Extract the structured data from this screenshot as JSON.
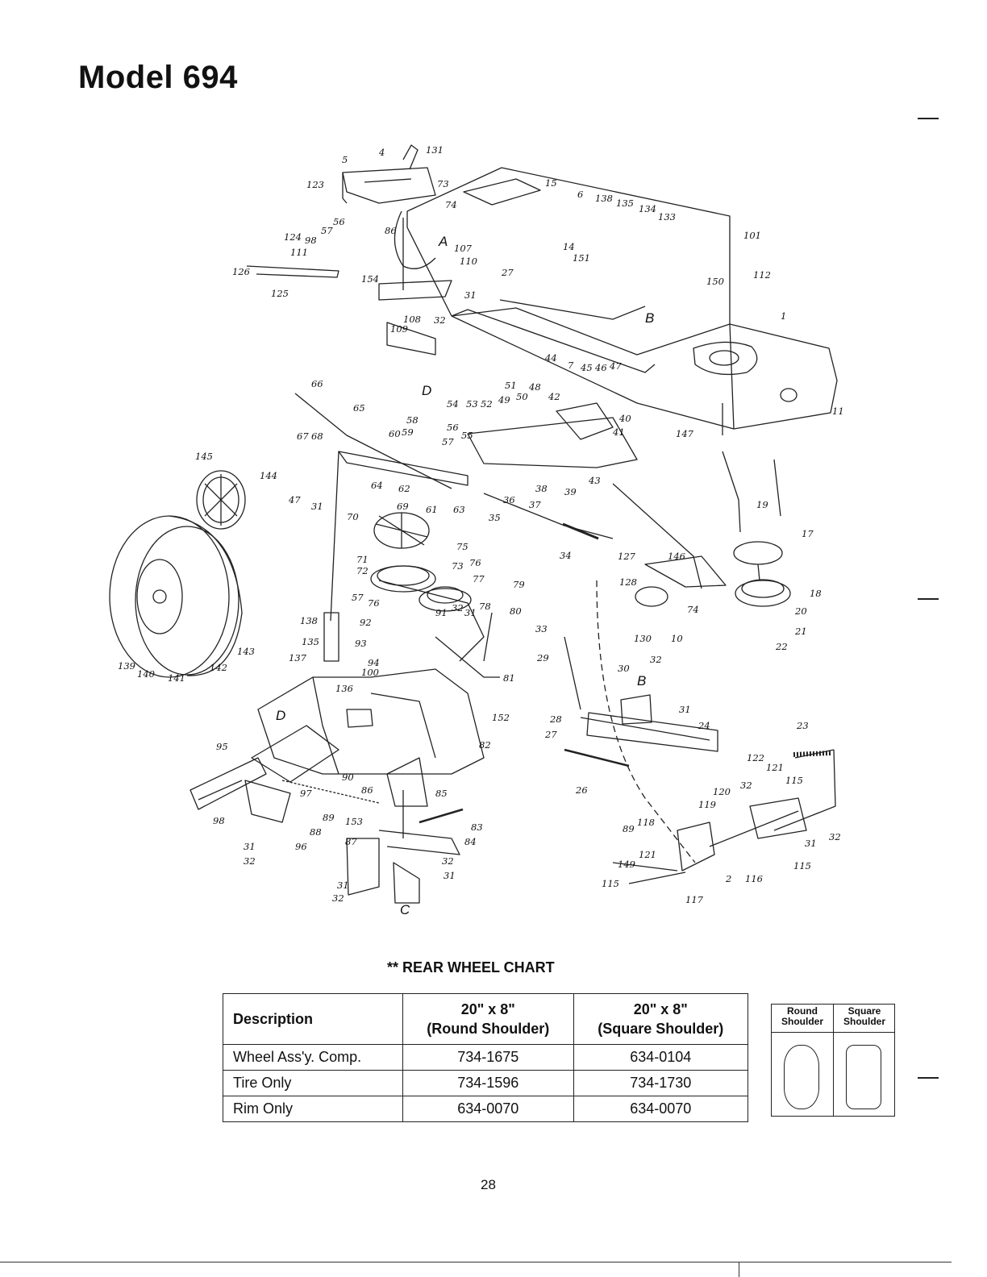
{
  "page": {
    "title": "Model 694",
    "page_number": "28"
  },
  "diagram": {
    "part_callouts": [
      "131",
      "5",
      "4",
      "123",
      "73",
      "74",
      "56",
      "57",
      "86",
      "98",
      "124",
      "111",
      "126",
      "125",
      "154",
      "107",
      "A",
      "110",
      "27",
      "31",
      "32",
      "108",
      "109",
      "D",
      "15",
      "6",
      "138",
      "135",
      "134",
      "133",
      "14",
      "151",
      "B",
      "101",
      "112",
      "150",
      "1",
      "11",
      "66",
      "65",
      "58",
      "59",
      "60",
      "68",
      "67",
      "145",
      "144",
      "47",
      "31",
      "64",
      "62",
      "61",
      "63",
      "54",
      "53",
      "52",
      "51",
      "49",
      "50",
      "48",
      "44",
      "7",
      "45",
      "46",
      "47",
      "42",
      "40",
      "41",
      "39",
      "43",
      "38",
      "37",
      "36",
      "35",
      "56",
      "57",
      "55",
      "34",
      "147",
      "19",
      "17",
      "69",
      "70",
      "75",
      "71",
      "72",
      "73",
      "76",
      "77",
      "78",
      "79",
      "80",
      "57",
      "76",
      "92",
      "93",
      "91",
      "32",
      "31",
      "94",
      "100",
      "81",
      "152",
      "82",
      "33",
      "29",
      "30",
      "B",
      "32",
      "31",
      "28",
      "27",
      "24",
      "26",
      "23",
      "127",
      "146",
      "128",
      "74",
      "130",
      "10",
      "18",
      "20",
      "21",
      "22",
      "138",
      "135",
      "137",
      "136",
      "139",
      "140",
      "141",
      "142",
      "143",
      "D",
      "95",
      "97",
      "98",
      "31",
      "32",
      "90",
      "86",
      "85",
      "89",
      "153",
      "88",
      "87",
      "96",
      "84",
      "83",
      "32",
      "31",
      "31",
      "32",
      "C",
      "122",
      "121",
      "115",
      "120",
      "119",
      "118",
      "89",
      "121",
      "149",
      "115",
      "117",
      "116",
      "2",
      "31",
      "115",
      "32",
      "32"
    ]
  },
  "rear_wheel_chart": {
    "title": "** REAR WHEEL CHART",
    "headers": {
      "description": "Description",
      "col1_size": "20\" x 8\"",
      "col1_kind": "(Round Shoulder)",
      "col2_size": "20\" x 8\"",
      "col2_kind": "(Square Shoulder)"
    },
    "rows": [
      {
        "description": "Wheel Ass'y. Comp.",
        "round": "734-1675",
        "square": "634-0104"
      },
      {
        "description": "Tire Only",
        "round": "734-1596",
        "square": "734-1730"
      },
      {
        "description": "Rim Only",
        "round": "634-0070",
        "square": "634-0070"
      }
    ]
  },
  "shoulder_legend": {
    "round_label_1": "Round",
    "round_label_2": "Shoulder",
    "square_label_1": "Square",
    "square_label_2": "Shoulder"
  }
}
